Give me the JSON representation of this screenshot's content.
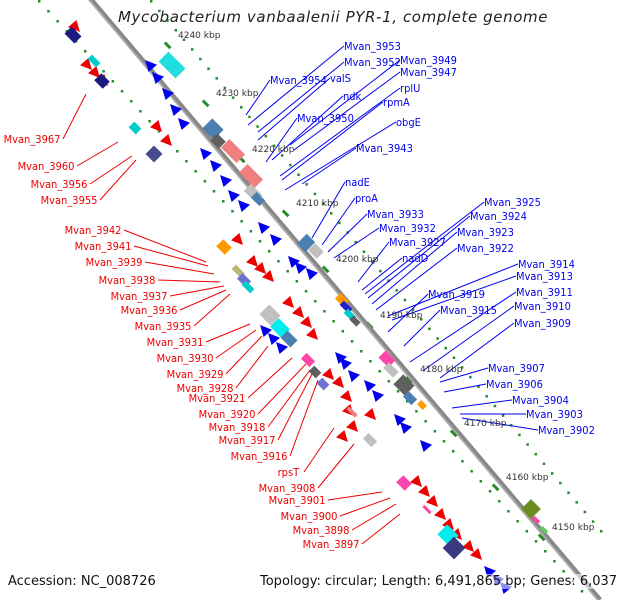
{
  "title": "Mycobacterium vanbaalenii PYR-1, complete genome",
  "footer": {
    "accession": "Accession: NC_008726",
    "summary": "Topology: circular; Length: 6,491,865 bp; Genes: 6,037"
  },
  "colors": {
    "forward_strand_label": "#0000ee",
    "reverse_strand_label": "#ee0000",
    "backbone": "#888888",
    "ticks": "#2a8a2a",
    "forward_gene": "#0000ee",
    "reverse_gene": "#ee0000"
  },
  "ticks": [
    "4240 kbp",
    "4230 kbp",
    "4220 kbp",
    "4210 kbp",
    "4200 kbp",
    "4190 kbp",
    "4180 kbp",
    "4170 kbp",
    "4160 kbp",
    "4150 kbp"
  ],
  "forward_labels": [
    "Mvan_3953",
    "Mvan_3952",
    "Mvan_3949",
    "Mvan_3947",
    "Mvan_3954",
    "valS",
    "ndk",
    "rplU",
    "rpmA",
    "Mvan_3950",
    "obgE",
    "Mvan_3943",
    "nadE",
    "proA",
    "Mvan_3933",
    "Mvan_3932",
    "Mvan_3927",
    "nadD",
    "Mvan_3925",
    "Mvan_3924",
    "Mvan_3923",
    "Mvan_3922",
    "Mvan_3914",
    "Mvan_3913",
    "Mvan_3919",
    "Mvan_3915",
    "Mvan_3911",
    "Mvan_3910",
    "Mvan_3909",
    "Mvan_3907",
    "Mvan_3906",
    "Mvan_3904",
    "Mvan_3903",
    "Mvan_3902"
  ],
  "reverse_labels": [
    "Mvan_3967",
    "Mvan_3960",
    "Mvan_3956",
    "Mvan_3955",
    "Mvan_3942",
    "Mvan_3941",
    "Mvan_3939",
    "Mvan_3938",
    "Mvan_3937",
    "Mvan_3936",
    "Mvan_3935",
    "Mvan_3931",
    "Mvan_3930",
    "Mvan_3929",
    "Mvan_3928",
    "Mvan_3921",
    "Mvan_3920",
    "Mvan_3918",
    "Mvan_3917",
    "Mvan_3916",
    "rpsT",
    "Mvan_3908",
    "Mvan_3901",
    "Mvan_3900",
    "Mvan_3898",
    "Mvan_3897"
  ]
}
